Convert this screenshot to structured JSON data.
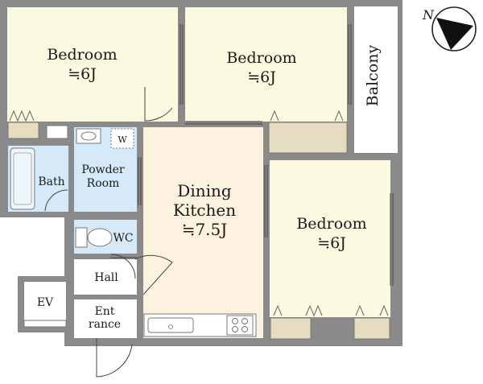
{
  "rooms": {
    "bedroom_top_left": {
      "name": "Bedroom",
      "size": "≒6J"
    },
    "bedroom_top_mid": {
      "name": "Bedroom",
      "size": "≒6J"
    },
    "bedroom_right": {
      "name": "Bedroom",
      "size": "≒6J"
    },
    "balcony": {
      "name": "Balcony"
    },
    "bath": {
      "name": "Bath"
    },
    "powder_room": {
      "line1": "Powder",
      "line2": "Room"
    },
    "washer": {
      "name": "W"
    },
    "dining_kitchen": {
      "line1": "Dining",
      "line2": "Kitchen",
      "size": "≒7.5J"
    },
    "wc": {
      "name": "WC"
    },
    "hall": {
      "name": "Hall"
    },
    "ev": {
      "name": "EV"
    },
    "entrance": {
      "line1": "Ent",
      "line2": "rance"
    }
  },
  "compass": {
    "label": "N"
  },
  "colors": {
    "wall": "#8a8a8a",
    "bedroom": "#fcf9e1",
    "wet": "#d6e9f8",
    "kitchen": "#fdf1e0",
    "storage": "#e6dcc2",
    "floor": "#ffffff"
  }
}
